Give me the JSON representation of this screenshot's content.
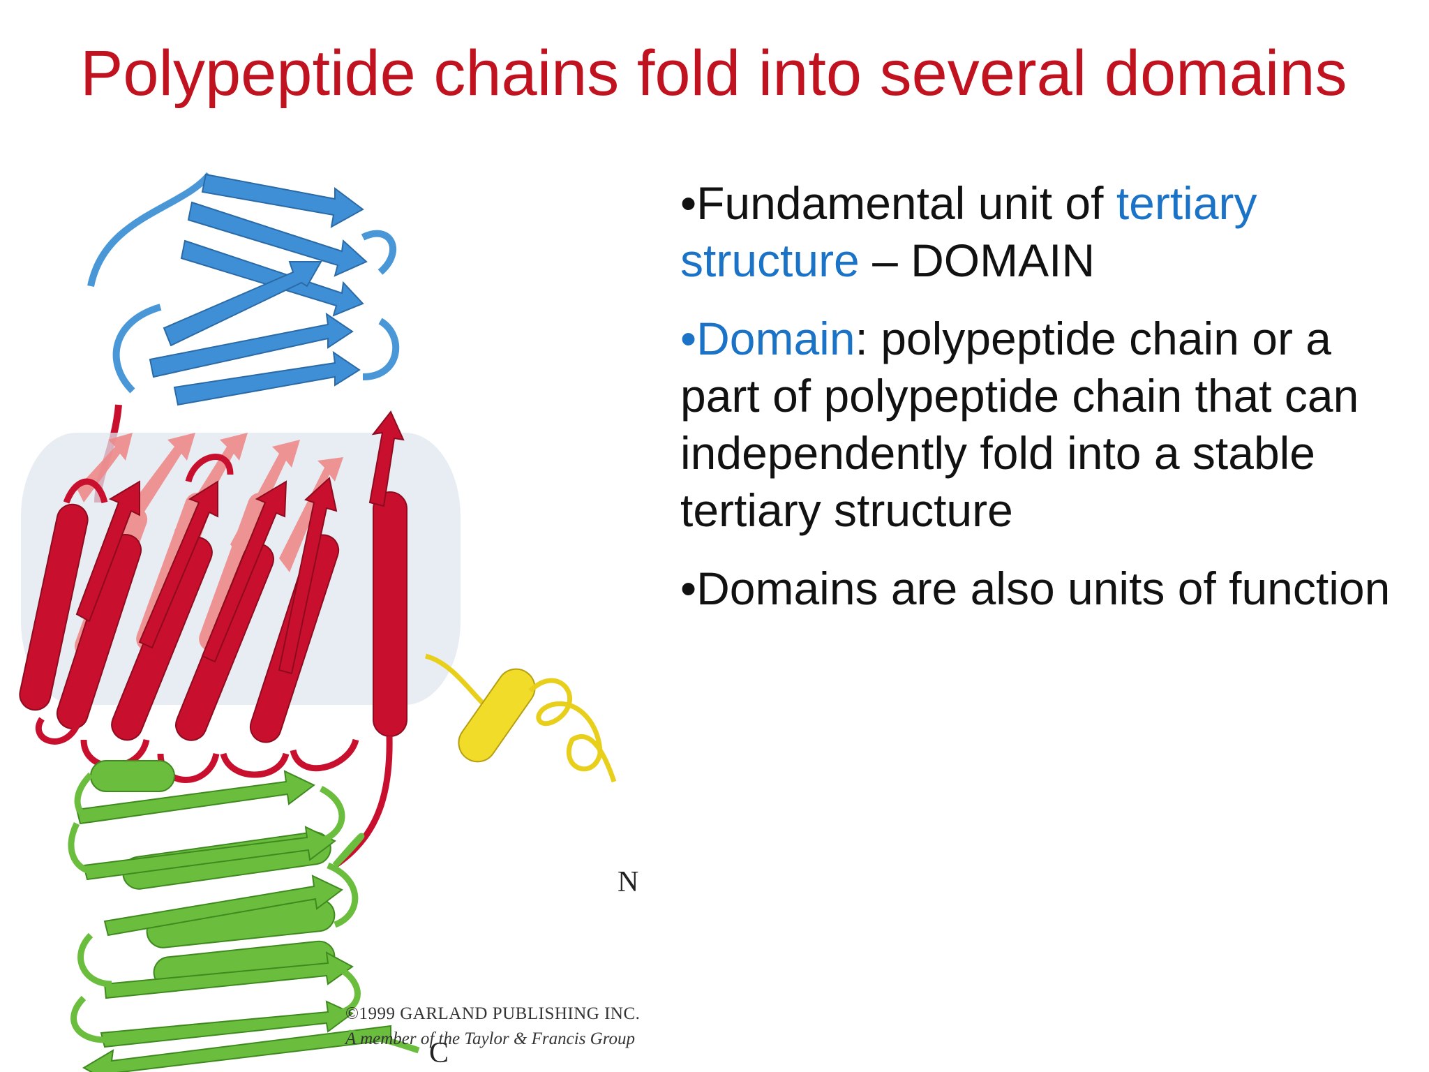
{
  "slide": {
    "title": "Polypeptide chains fold into several domains"
  },
  "bullets": {
    "b1": {
      "prefix": "•Fundamental unit of ",
      "highlight": "tertiary structure",
      "suffix": " – DOMAIN"
    },
    "b2": {
      "highlight": "•Domain",
      "rest": ": polypeptide chain or a part of polypeptide chain that can independently fold into a stable tertiary structure"
    },
    "b3": {
      "text": "•Domains are also units of function"
    }
  },
  "figure": {
    "label_n": "N",
    "label_c": "C",
    "copyright_line1": "©1999 GARLAND PUBLISHING INC.",
    "copyright_line2": "A member of the Taylor & Francis Group"
  },
  "colors": {
    "title": "#c0121f",
    "highlight": "#1a73c7",
    "domain_blue": "#3f8fd6",
    "domain_red": "#c8102e",
    "domain_red_back": "#ee8a8a",
    "domain_yellow": "#f2dc2a",
    "domain_green": "#6bbd3e"
  }
}
